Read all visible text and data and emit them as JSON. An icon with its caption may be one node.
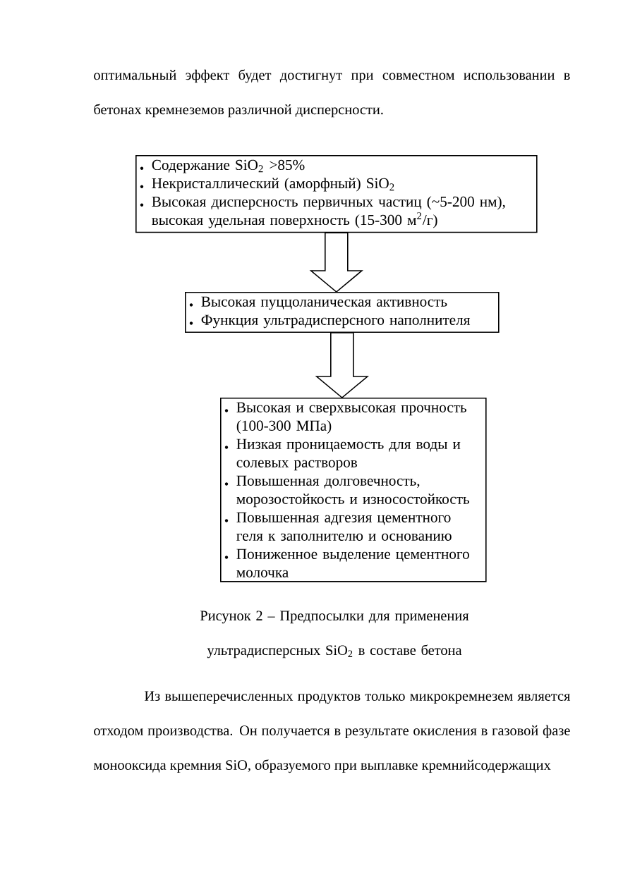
{
  "diagram": {
    "caption": "Рисунок 2 – Предпосылки для применения ультрадисперсных SiO$_{2}$ в составе бетона",
    "nodes": [
      {
        "text": [
          "Содержание SiO$_{2}$ >85%",
          "Некристаллический (аморфный) SiO$_{2}$",
          "Высокая дисперсность первичных частиц (~5-200 нм), высокая удельная поверхность (15-300 м$^{2}$/г)"
        ]
      },
      {
        "text": [
          "Высокая пуццоланическая активность",
          "Функция ультрадисперсного наполнителя"
        ]
      },
      {
        "text": [
          "Высокая и сверхвысокая прочность (100-300 МПа)",
          "Низкая проницаемость для воды и солевых растворов",
          "Повышенная долговечность, морозостойкость и износостойкость",
          "Повышенная адгезия цементного геля к заполнителю и основанию",
          "Пониженное выделение цементного молочка"
        ]
      }
    ],
    "edges": [
      {
        "from": 0,
        "to": 1,
        "arrow": "to"
      },
      {
        "from": 1,
        "to": 2,
        "arrow": "to"
      }
    ],
    "labels": [
      "оптимальный эффект будет достигнут при совместном использовании в бетонах кремнеземов различной дисперсности.",
      "Из вышеперечисленных продуктов только микрокремнезем является отходом производства. Он получается в результате окисления в газовой фазе монооксида кремния SiO, образуемого при выплавке кремнийсодержащих"
    ]
  }
}
